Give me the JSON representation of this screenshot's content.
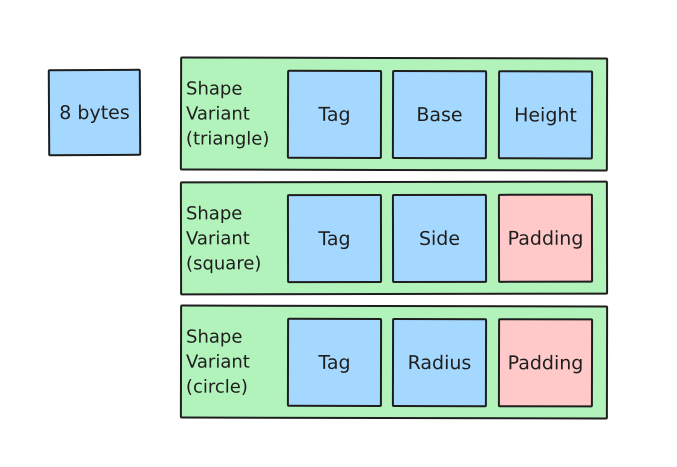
{
  "legend": {
    "label": "8 bytes",
    "color": "#a5d8ff"
  },
  "colors": {
    "variant_bg": "#b2f2bb",
    "field_bg": "#a5d8ff",
    "padding_bg": "#ffc9c9",
    "stroke": "#1e1e1e"
  },
  "variants": [
    {
      "label_lines": [
        "Shape",
        "Variant",
        "(triangle)"
      ],
      "fields": [
        {
          "label": "Tag",
          "kind": "data"
        },
        {
          "label": "Base",
          "kind": "data"
        },
        {
          "label": "Height",
          "kind": "data"
        }
      ]
    },
    {
      "label_lines": [
        "Shape",
        "Variant",
        "(square)"
      ],
      "fields": [
        {
          "label": "Tag",
          "kind": "data"
        },
        {
          "label": "Side",
          "kind": "data"
        },
        {
          "label": "Padding",
          "kind": "padding"
        }
      ]
    },
    {
      "label_lines": [
        "Shape",
        "Variant",
        "(circle)"
      ],
      "fields": [
        {
          "label": "Tag",
          "kind": "data"
        },
        {
          "label": "Radius",
          "kind": "data"
        },
        {
          "label": "Padding",
          "kind": "padding"
        }
      ]
    }
  ]
}
